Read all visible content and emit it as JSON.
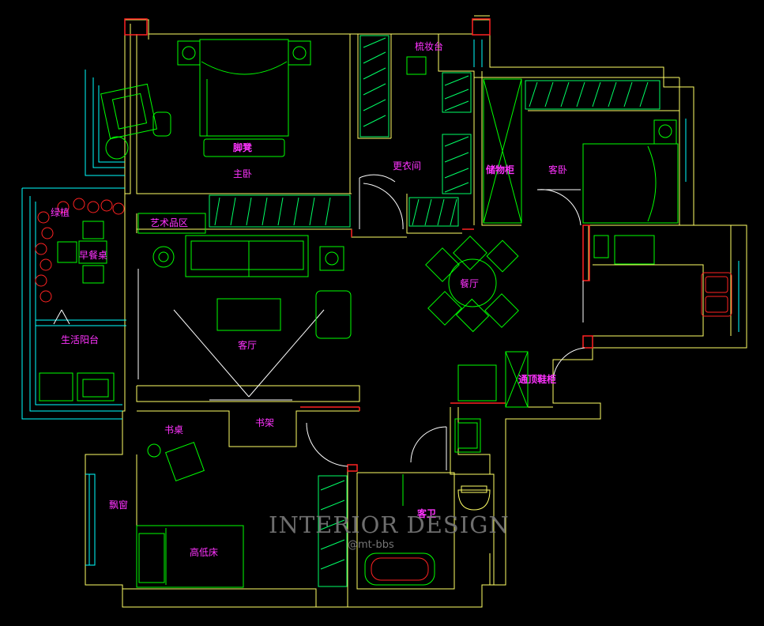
{
  "labels": {
    "master_bedroom": "主卧",
    "foot_stool": "脚凳",
    "dressing_table": "梳妆台",
    "walk_in_closet": "更衣间",
    "storage_cabinet": "储物柜",
    "guest_bedroom": "客卧",
    "green_plants": "绿植",
    "breakfast_table": "早餐桌",
    "art_corner": "艺术品区",
    "dining_room": "餐厅",
    "living_room": "客厅",
    "service_balcony": "生活阳台",
    "study_desk": "书桌",
    "bookshelf": "书架",
    "ceiling_shoe_cabinet": "通顶鞋柜",
    "guest_bathroom": "客卫",
    "bay_window": "飘窗",
    "platform_bed": "高低床"
  },
  "watermark": {
    "title": "INTERIOR DESIGN",
    "handle": "@mt-bbs"
  },
  "colors": {
    "background": "#000000",
    "wall": "#ffff66",
    "furniture": "#00ff00",
    "wardrobe": "#00ff66",
    "label": "#ff33ff",
    "door": "#ffffff",
    "accent_red": "#ff2222",
    "balcony": "#00ffff"
  }
}
